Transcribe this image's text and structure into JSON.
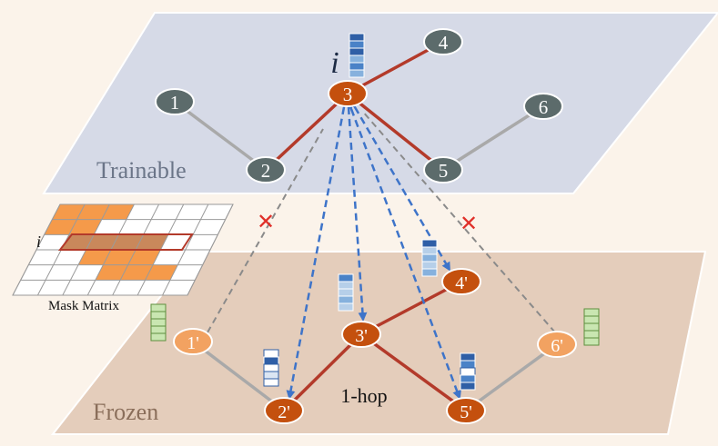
{
  "layers": {
    "top_label": "Trainable",
    "bottom_label": "Frozen"
  },
  "top_nodes": [
    {
      "id": "n1",
      "label": "1",
      "color": "#5c6b6b"
    },
    {
      "id": "n2",
      "label": "2",
      "color": "#5c6b6b"
    },
    {
      "id": "n3",
      "label": "3",
      "color": "#c4500e"
    },
    {
      "id": "n4",
      "label": "4",
      "color": "#5c6b6b"
    },
    {
      "id": "n5",
      "label": "5",
      "color": "#5c6b6b"
    },
    {
      "id": "n6",
      "label": "6",
      "color": "#5c6b6b"
    }
  ],
  "bottom_nodes": [
    {
      "id": "m1",
      "label": "1'",
      "color": "#f2a261"
    },
    {
      "id": "m2",
      "label": "2'",
      "color": "#c4500e"
    },
    {
      "id": "m3",
      "label": "3'",
      "color": "#c4500e"
    },
    {
      "id": "m4",
      "label": "4'",
      "color": "#c4500e"
    },
    {
      "id": "m5",
      "label": "5'",
      "color": "#c4500e"
    },
    {
      "id": "m6",
      "label": "6'",
      "color": "#f2a261"
    }
  ],
  "node_i_label": "i",
  "mask": {
    "row_label": "i",
    "caption": "Mask Matrix"
  },
  "hop_label": "1-hop",
  "blocked_marker": "✕",
  "colors": {
    "top_plane": "#d6dae7",
    "bottom_plane": "#e4cdbb",
    "red_edge": "#b33a2a",
    "gray_edge": "#a9a9a9",
    "blue_arrow": "#3e74c9",
    "green_vector": "#c9e6b1",
    "mask_orange": "#f59a4a",
    "mask_highlight": "#c9885b"
  }
}
